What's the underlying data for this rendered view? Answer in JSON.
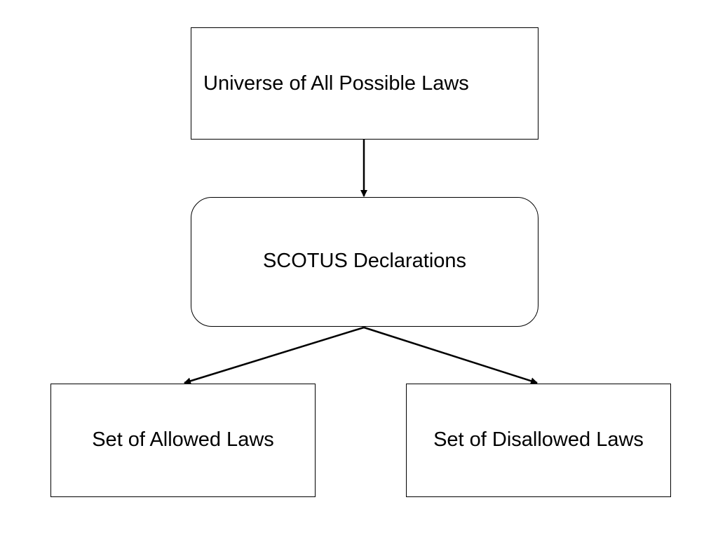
{
  "diagram": {
    "nodes": {
      "universe": {
        "label": "Universe of All Possible Laws",
        "shape": "rectangle"
      },
      "scotus": {
        "label": "SCOTUS Declarations",
        "shape": "rounded-rectangle"
      },
      "allowed": {
        "label": "Set of Allowed Laws",
        "shape": "rectangle"
      },
      "disallowed": {
        "label": "Set of Disallowed Laws",
        "shape": "rectangle"
      }
    },
    "edges": [
      {
        "from": "universe",
        "to": "scotus"
      },
      {
        "from": "scotus",
        "to": "allowed"
      },
      {
        "from": "scotus",
        "to": "disallowed"
      }
    ],
    "colors": {
      "stroke": "#000000",
      "background": "#ffffff",
      "text": "#000000"
    }
  }
}
